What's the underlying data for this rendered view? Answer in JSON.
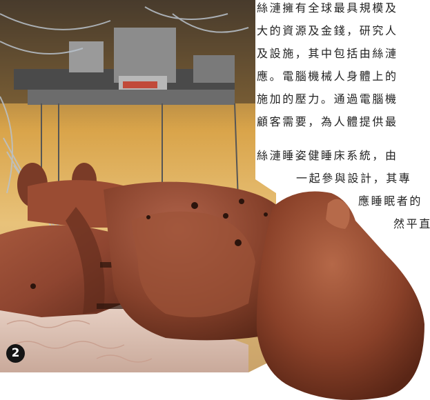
{
  "article": {
    "paragraph1": [
      "絲漣擁有全球最具規模及",
      "大的資源及金錢，研究人",
      "及設施，其中包括由絲漣",
      "應。電腦機械人身體上的",
      "施加的壓力。通過電腦機",
      "顧客需要，為人體提供最"
    ],
    "paragraph2": [
      "絲漣睡姿健睡床系統，由",
      "一起參與設計，其專",
      "應睡眠者的",
      "然平直"
    ]
  },
  "figure": {
    "number": "2"
  },
  "colors": {
    "text": "#222222",
    "badge": "#151515",
    "skin": "#8e4530",
    "ceiling": "#d9a44a"
  }
}
